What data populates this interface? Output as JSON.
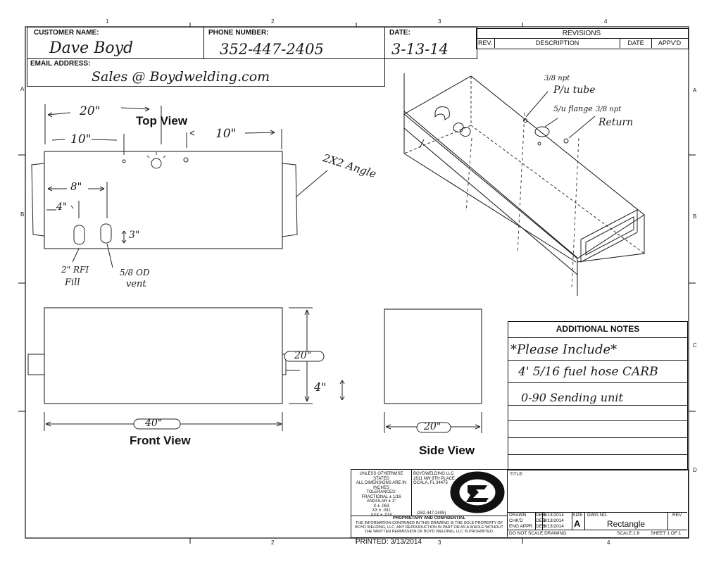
{
  "header": {
    "customer_label": "CUSTOMER NAME:",
    "customer_value": "Dave Boyd",
    "phone_label": "PHONE NUMBER:",
    "phone_value": "352-447-2405",
    "date_label": "DATE:",
    "date_value": "3-13-14",
    "email_label": "EMAIL ADDRESS:",
    "email_value": "Sales @ Boydwelding.com"
  },
  "revisions": {
    "title": "REVISIONS",
    "col_rev": "REV.",
    "col_desc": "DESCRIPTION",
    "col_date": "DATE",
    "col_appv": "APPV'D"
  },
  "zones": {
    "top": [
      "1",
      "2",
      "3",
      "4"
    ],
    "bottom": [
      "2",
      "3",
      "4"
    ],
    "side": [
      "A",
      "B",
      "C",
      "D"
    ]
  },
  "top_view": {
    "title": "Top View",
    "dim_20": "20\"",
    "dim_10_left": "10\"",
    "dim_10_right": "10\"",
    "dim_8": "8\"",
    "dim_4": "4\"",
    "dim_3": "3\"",
    "angle_note": "2X2 Angle",
    "fill_note_1": "2\" RFI",
    "fill_note_2": "Fill",
    "vent_note_1": "5/8 OD",
    "vent_note_2": "vent"
  },
  "iso_view": {
    "note_pickup_1": "3/8 npt",
    "note_pickup_2": "P/u tube",
    "note_flange": "5/u flange",
    "note_return_1": "3/8 npt",
    "note_return_2": "Return"
  },
  "front_view": {
    "title": "Front View",
    "dim_40": "40\"",
    "dim_20": "20\"",
    "dim_4": "4\""
  },
  "side_view": {
    "title": "Side View",
    "dim_20": "20\""
  },
  "notes": {
    "title": "ADDITIONAL NOTES",
    "lines": [
      "*Please Include*",
      "4' 5/16 fuel hose CARB",
      "0-90 Sending unit",
      "",
      "",
      "",
      ""
    ]
  },
  "title_block": {
    "tol_lines": [
      "UNLESS OTHERWISE STATED",
      "ALL DIMENSIONS ARE IN",
      "INCHES",
      "TOLERANCES:",
      "FRACTIONAL ± 1/16",
      "ANGULAR ± 1°",
      "X ± .063",
      "XX ± .031",
      "XXX ± .015"
    ],
    "company_lines": [
      "BOYDWELDING LLC",
      "2811 NW 8TH PLACE",
      "OCALA, FL 34475"
    ],
    "phone": "(352-447-2405)",
    "prop_title": "PROPRIETARY AND CONFIDENTIAL",
    "prop_text": "THE INFORMATION CONTAINED IN THIS DRAWING IS THE SOLE PROPERTY OF BOYD WELDING, LLC. ANY REPRODUCTION IN PART OR AS A WHOLE WITHOUT THE WRITTEN PERMISSION OF BOYD WELDING, LLC IS PROHIBITED.",
    "title_label": "TITLE:",
    "drawn": "DRAWN",
    "chkd": "CHK'D",
    "eng": "ENG APPR",
    "initials": "DEB",
    "date1": "3/13/2014",
    "size_label": "SIZE",
    "size_value": "A",
    "dwg_label": "DWG NO.",
    "dwg_value": "Rectangle",
    "rev_label": "REV",
    "no_scale": "DO NOT SCALE DRAWING",
    "scale": "SCALE:1:8",
    "sheet": "SHEET 1 OF 1",
    "printed": "PRINTED: 3/13/2014"
  }
}
